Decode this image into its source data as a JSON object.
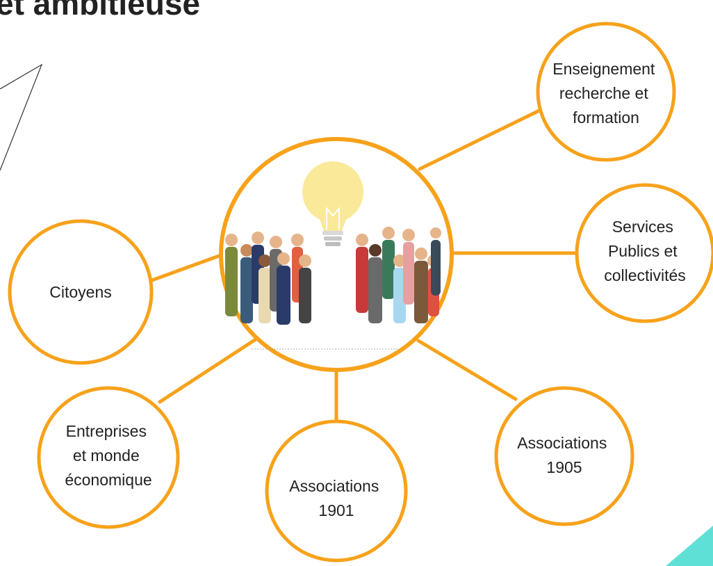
{
  "title": "et ambitieuse",
  "colors": {
    "accent": "#f7a21b",
    "text": "#222222",
    "corner": "#5fe0d6"
  },
  "center": {
    "label": "",
    "image": "crowd-with-lightbulb-illustration"
  },
  "nodes": [
    {
      "id": "enseignement",
      "lines": [
        "Enseignement",
        "recherche et",
        "formation"
      ]
    },
    {
      "id": "services-publics",
      "lines": [
        "Services",
        "Publics et",
        "collectivités"
      ]
    },
    {
      "id": "citoyens",
      "lines": [
        "Citoyens"
      ]
    },
    {
      "id": "entreprises",
      "lines": [
        "Entreprises",
        "et monde",
        "économique"
      ]
    },
    {
      "id": "associations-1901",
      "lines": [
        "Associations",
        "1901"
      ]
    },
    {
      "id": "associations-1905",
      "lines": [
        "Associations",
        "1905"
      ]
    }
  ]
}
